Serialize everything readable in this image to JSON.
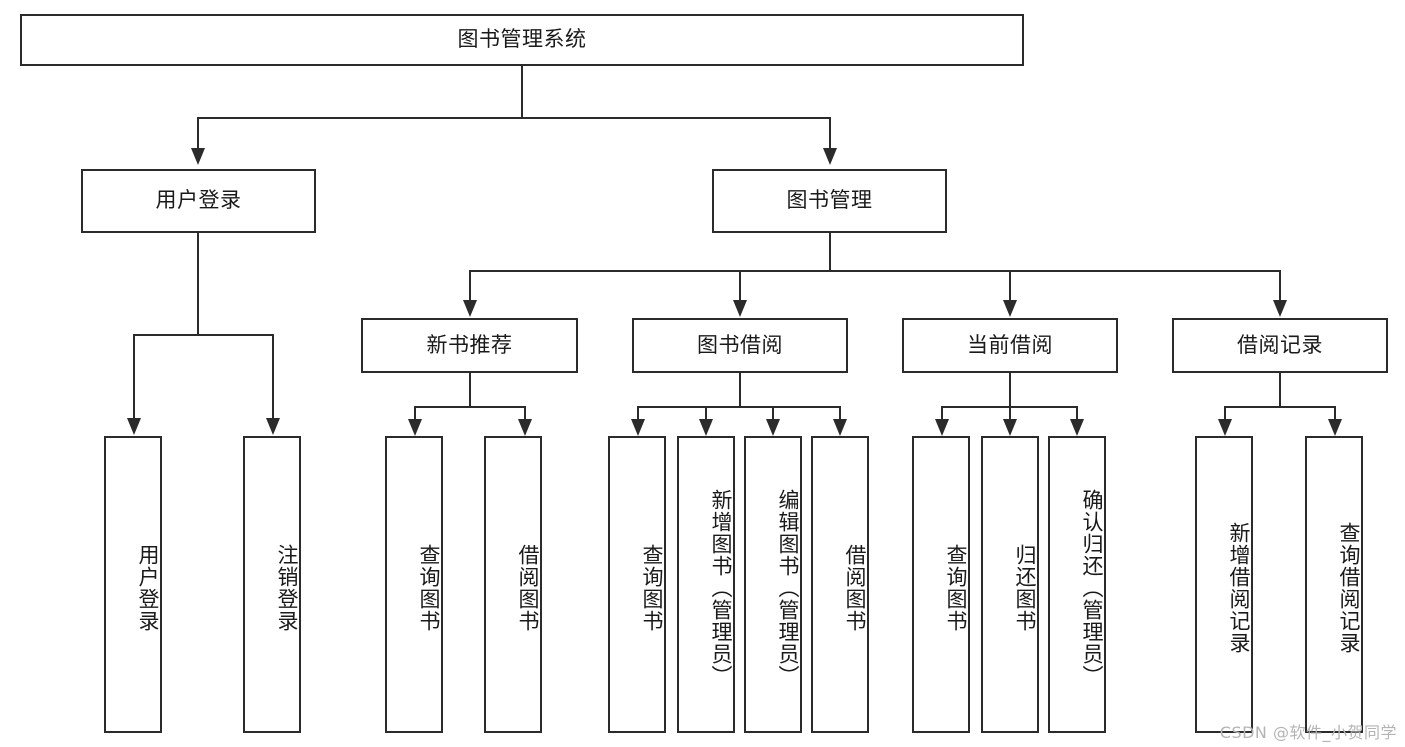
{
  "diagram": {
    "title": "图书管理系统",
    "type": "tree-hierarchy",
    "root": {
      "label": "图书管理系统"
    },
    "level2": [
      {
        "label": "用户登录"
      },
      {
        "label": "图书管理"
      }
    ],
    "level3": [
      {
        "label": "新书推荐"
      },
      {
        "label": "图书借阅"
      },
      {
        "label": "当前借阅"
      },
      {
        "label": "借阅记录"
      }
    ],
    "leaves": {
      "user_login": [
        {
          "label": "用户登录"
        },
        {
          "label": "注销登录"
        }
      ],
      "new_book_recommend": [
        {
          "label": "查询图书"
        },
        {
          "label": "借阅图书"
        }
      ],
      "book_borrow": [
        {
          "label": "查询图书"
        },
        {
          "label": "新增图书（管理员）"
        },
        {
          "label": "编辑图书（管理员）"
        },
        {
          "label": "借阅图书"
        }
      ],
      "current_borrow": [
        {
          "label": "查询图书"
        },
        {
          "label": "归还图书"
        },
        {
          "label": "确认归还（管理员）"
        }
      ],
      "borrow_record": [
        {
          "label": "新增借阅记录"
        },
        {
          "label": "查询借阅记录"
        }
      ]
    }
  },
  "watermark": {
    "text": "CSDN @软件_小贺同学"
  },
  "colors": {
    "stroke": "#2b2b2b",
    "background": "#ffffff",
    "text": "#1a1a1a",
    "watermark": "#b4b4b4"
  }
}
